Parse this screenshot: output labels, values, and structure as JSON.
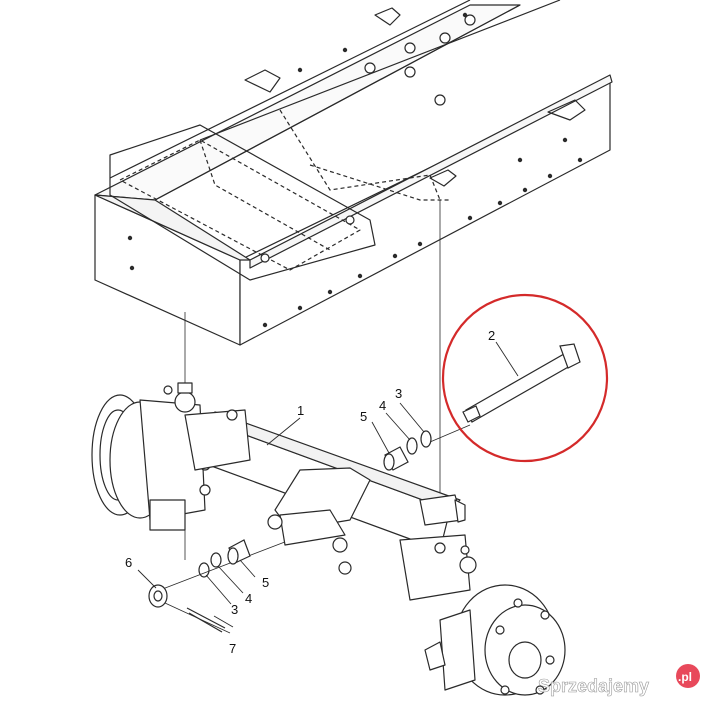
{
  "diagram": {
    "callouts": {
      "axle": "1",
      "pin": "2",
      "washer_top": "3",
      "ring_top": "4",
      "bushing_top": "5",
      "nut": "6",
      "washer_bottom": "3",
      "ring_bottom": "4",
      "bushing_bottom": "5",
      "cotter_pin": "7"
    },
    "highlight_color": "#d42a2a",
    "line_color": "#2a2a2a"
  },
  "watermark": {
    "text": "Sprzedajemy",
    "suffix": ".pl",
    "badge_color": "#e8495b"
  }
}
